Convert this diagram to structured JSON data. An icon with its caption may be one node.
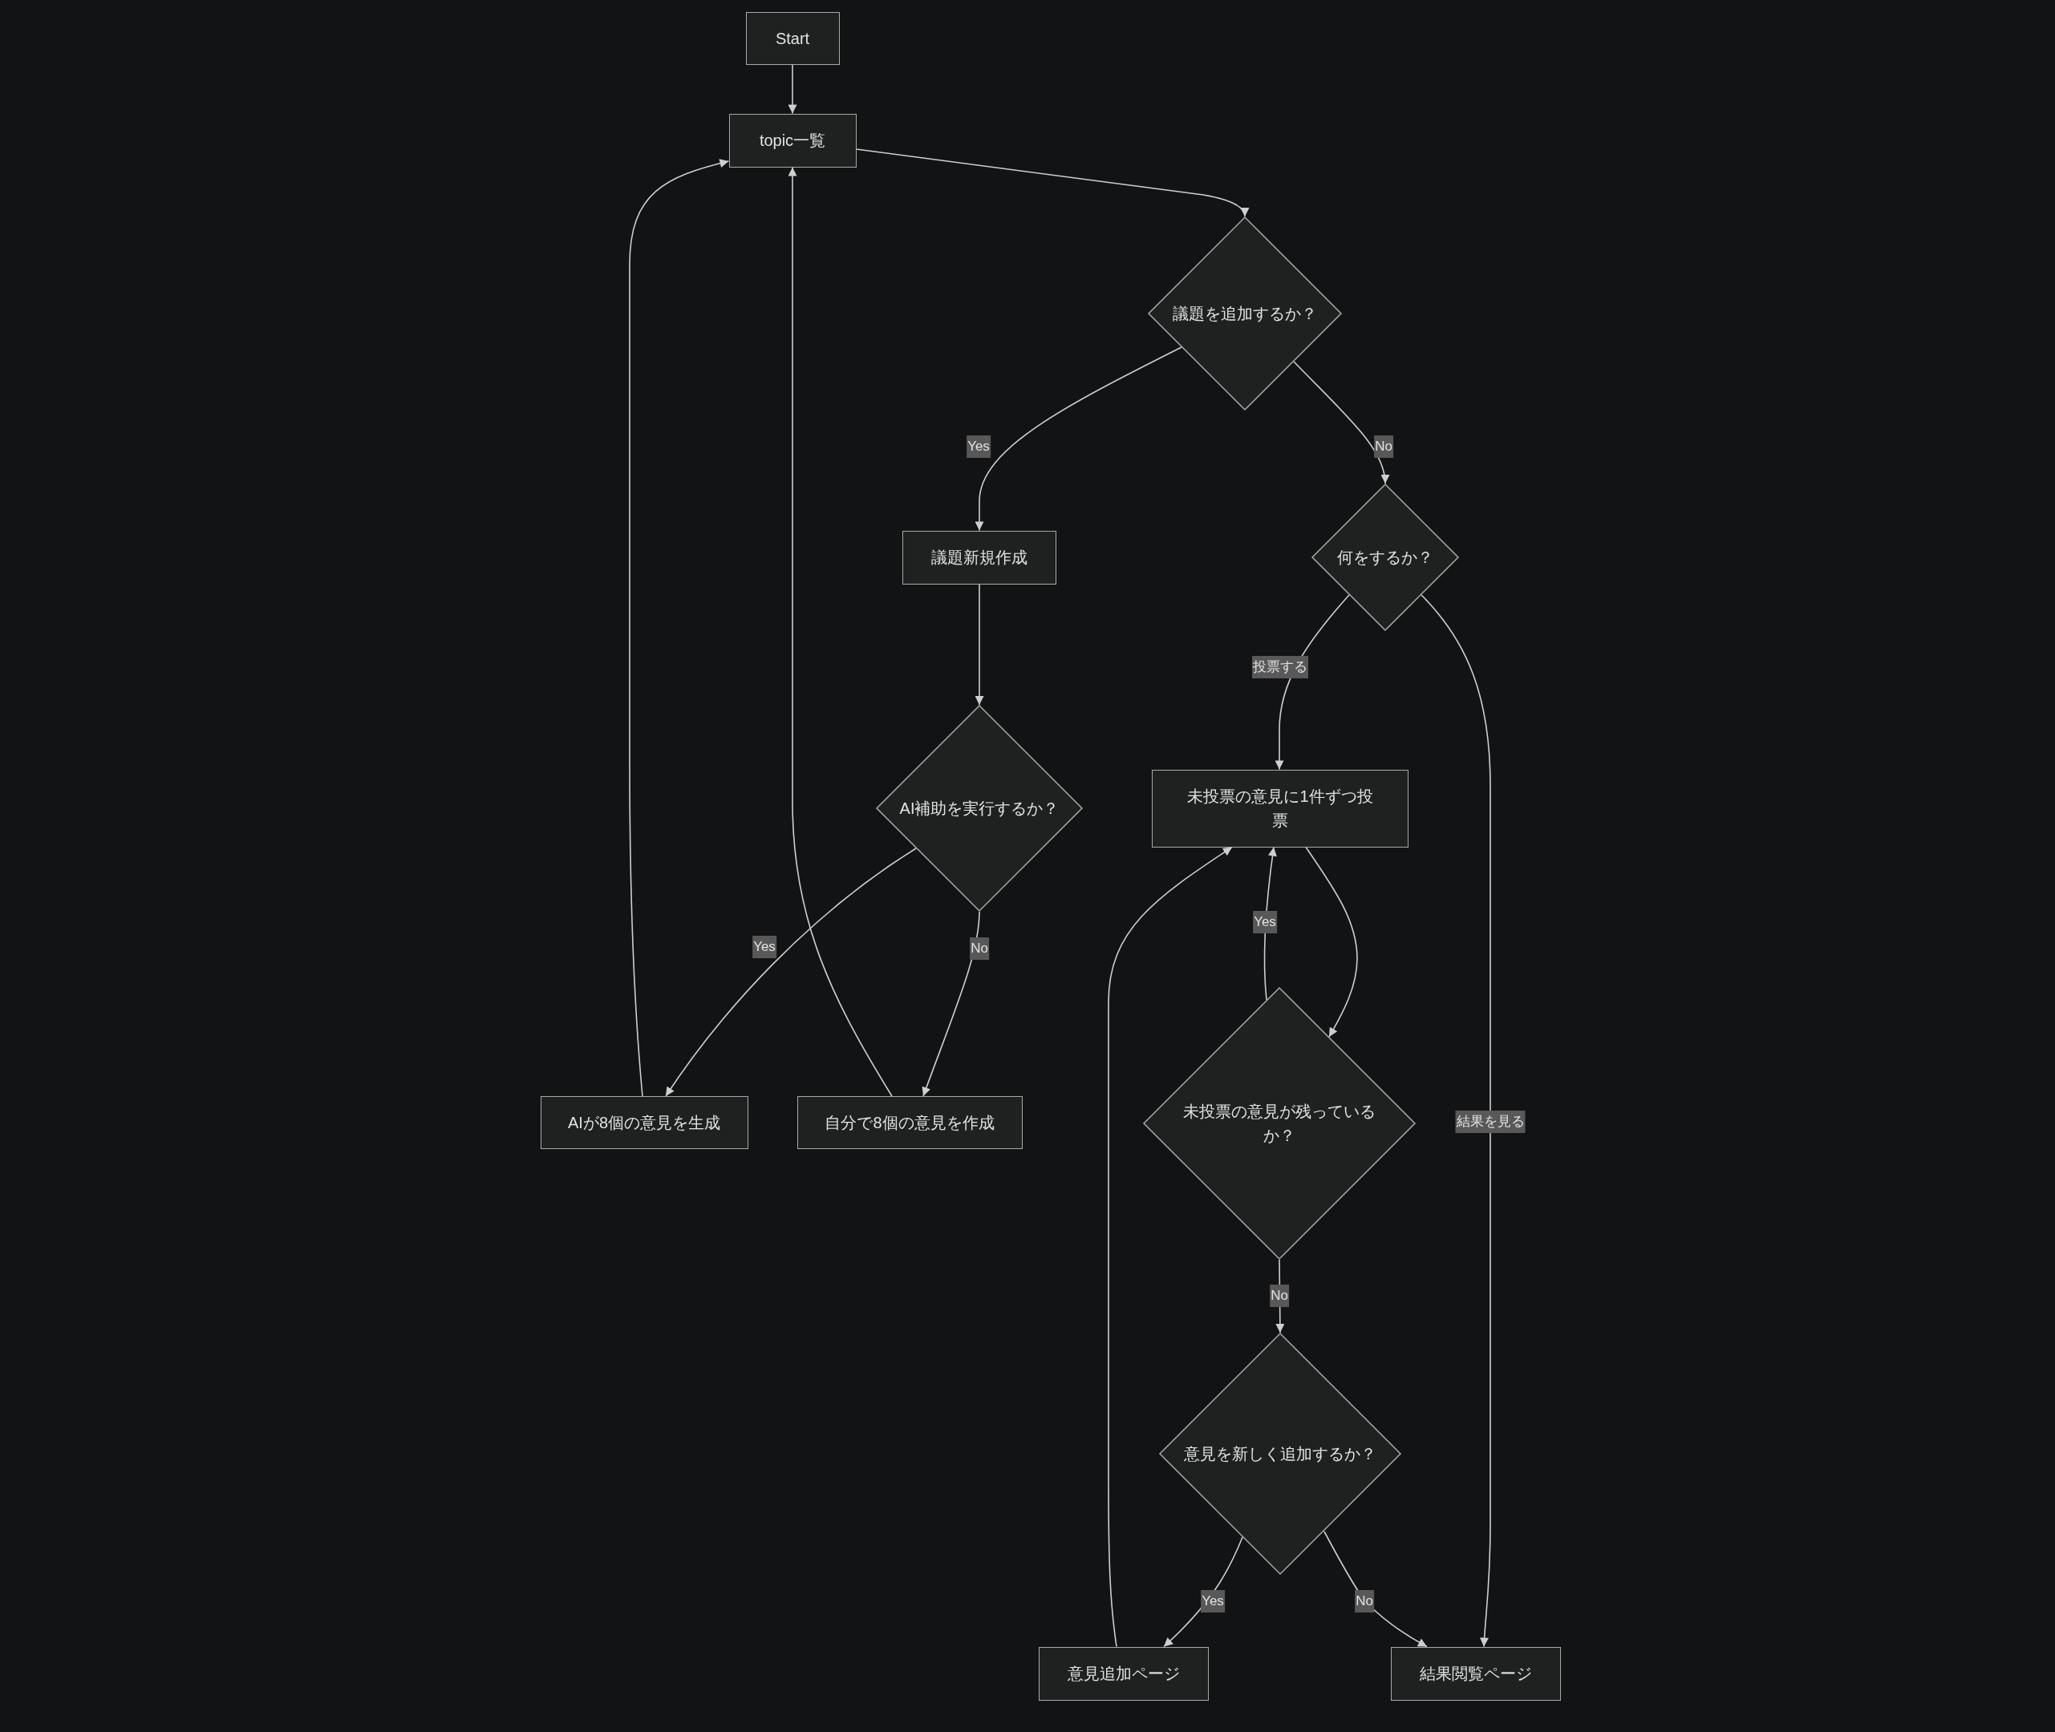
{
  "diagram": {
    "nodes": [
      {
        "text": [
          "Start"
        ]
      },
      {
        "text": [
          "topic一覧"
        ]
      },
      {
        "text": [
          "議題を追加するか？"
        ]
      },
      {
        "text": [
          "議題新規作成"
        ]
      },
      {
        "text": [
          "AI補助を実行するか？"
        ]
      },
      {
        "text": [
          "AIが8個の意見を生成"
        ]
      },
      {
        "text": [
          "自分で8個の意見を作成"
        ]
      },
      {
        "text": [
          "何をするか？"
        ]
      },
      {
        "text": [
          "未投票の意見に1件ずつ投票"
        ]
      },
      {
        "text": [
          "未投票の意見が残っているか？"
        ]
      },
      {
        "text": [
          "意見を新しく追加するか？"
        ]
      },
      {
        "text": [
          "意見追加ページ"
        ]
      },
      {
        "text": [
          "結果閲覧ページ"
        ]
      }
    ],
    "edges": [
      {
        "from": 0,
        "to": 1,
        "arrow": "to"
      },
      {
        "from": 1,
        "to": 2,
        "arrow": "to"
      },
      {
        "from": 2,
        "to": 3,
        "arrow": "to",
        "label": "Yes"
      },
      {
        "from": 2,
        "to": 7,
        "arrow": "to",
        "label": "No"
      },
      {
        "from": 3,
        "to": 4,
        "arrow": "to"
      },
      {
        "from": 4,
        "to": 5,
        "arrow": "to",
        "label": "Yes"
      },
      {
        "from": 4,
        "to": 6,
        "arrow": "to",
        "label": "No"
      },
      {
        "from": 5,
        "to": 1,
        "arrow": "to"
      },
      {
        "from": 6,
        "to": 1,
        "arrow": "to"
      },
      {
        "from": 7,
        "to": 8,
        "arrow": "to",
        "label": "投票する"
      },
      {
        "from": 7,
        "to": 12,
        "arrow": "to",
        "label": "結果を見る"
      },
      {
        "from": 8,
        "to": 9,
        "arrow": "to"
      },
      {
        "from": 9,
        "to": 8,
        "arrow": "to",
        "label": "Yes"
      },
      {
        "from": 9,
        "to": 10,
        "arrow": "to",
        "label": "No"
      },
      {
        "from": 10,
        "to": 11,
        "arrow": "to",
        "label": "Yes"
      },
      {
        "from": 10,
        "to": 12,
        "arrow": "to",
        "label": "No"
      },
      {
        "from": 11,
        "to": 8,
        "arrow": "to"
      }
    ]
  }
}
